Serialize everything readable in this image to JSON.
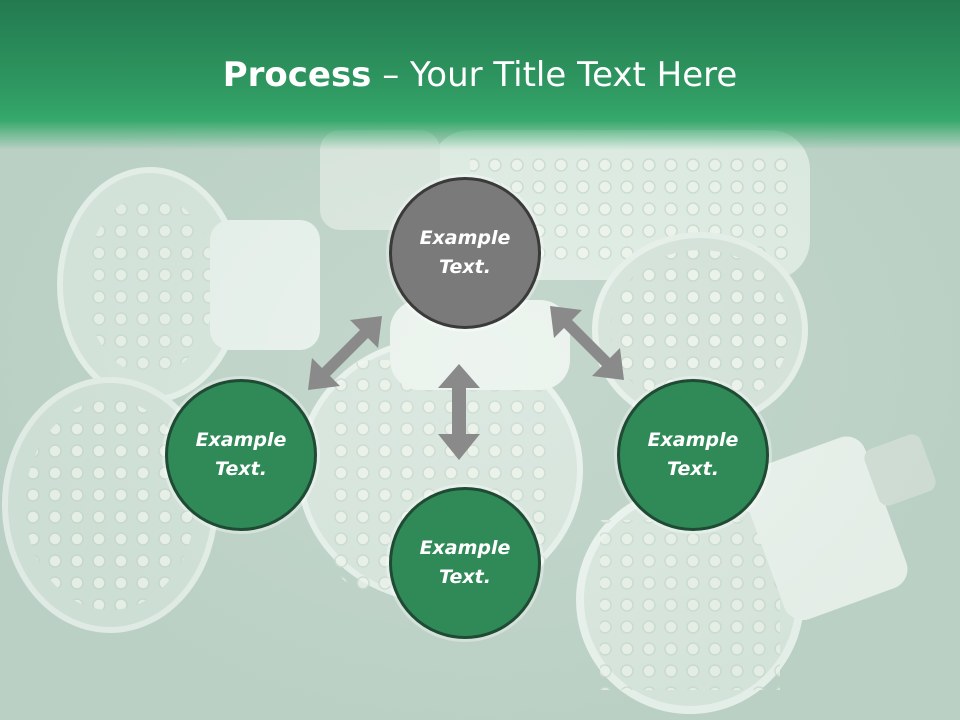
{
  "slide": {
    "title_bold": "Process",
    "title_rest": " – Your Title Text Here"
  },
  "nodes": {
    "top": "Example Text.",
    "left": "Example Text.",
    "right": "Example Text.",
    "bottom": "Example Text."
  },
  "colors": {
    "header": "#2e9660",
    "node_green": "#2f8a58",
    "node_grey": "#7a7a7a",
    "arrow": "#8a8a8a"
  }
}
